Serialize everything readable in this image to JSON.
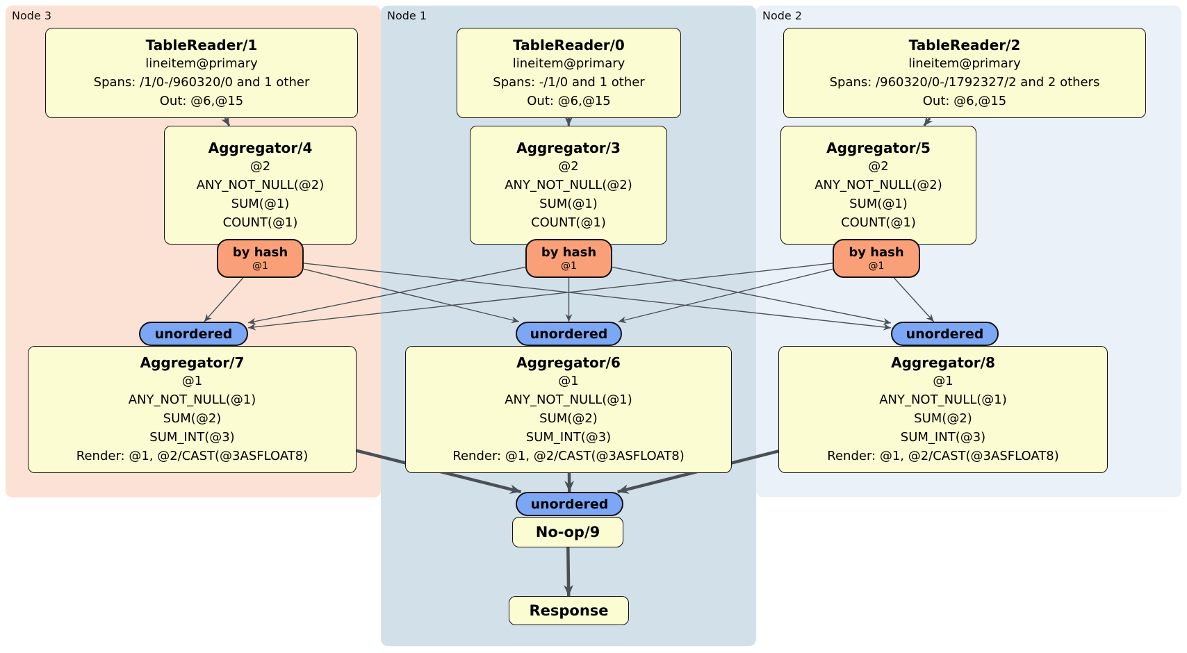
{
  "regions": {
    "node3": {
      "label": "Node 3"
    },
    "node1": {
      "label": "Node 1"
    },
    "node2": {
      "label": "Node 2"
    }
  },
  "processors": {
    "tablereader1": {
      "title": "TableReader/1",
      "details": [
        "lineitem@primary",
        "Spans: /1/0-/960320/0 and 1 other",
        "Out: @6,@15"
      ]
    },
    "tablereader0": {
      "title": "TableReader/0",
      "details": [
        "lineitem@primary",
        "Spans: -/1/0 and 1 other",
        "Out: @6,@15"
      ]
    },
    "tablereader2": {
      "title": "TableReader/2",
      "details": [
        "lineitem@primary",
        "Spans: /960320/0-/1792327/2 and 2 others",
        "Out: @6,@15"
      ]
    },
    "aggregator4": {
      "title": "Aggregator/4",
      "details": [
        "@2",
        "ANY_NOT_NULL(@2)",
        "SUM(@1)",
        "COUNT(@1)"
      ]
    },
    "aggregator3": {
      "title": "Aggregator/3",
      "details": [
        "@2",
        "ANY_NOT_NULL(@2)",
        "SUM(@1)",
        "COUNT(@1)"
      ]
    },
    "aggregator5": {
      "title": "Aggregator/5",
      "details": [
        "@2",
        "ANY_NOT_NULL(@2)",
        "SUM(@1)",
        "COUNT(@1)"
      ]
    },
    "aggregator7": {
      "title": "Aggregator/7",
      "details": [
        "@1",
        "ANY_NOT_NULL(@1)",
        "SUM(@2)",
        "SUM_INT(@3)",
        "Render: @1, @2/CAST(@3ASFLOAT8)"
      ]
    },
    "aggregator6": {
      "title": "Aggregator/6",
      "details": [
        "@1",
        "ANY_NOT_NULL(@1)",
        "SUM(@2)",
        "SUM_INT(@3)",
        "Render: @1, @2/CAST(@3ASFLOAT8)"
      ]
    },
    "aggregator8": {
      "title": "Aggregator/8",
      "details": [
        "@1",
        "ANY_NOT_NULL(@1)",
        "SUM(@2)",
        "SUM_INT(@3)",
        "Render: @1, @2/CAST(@3ASFLOAT8)"
      ]
    },
    "noop9": {
      "title": "No-op/9"
    },
    "response": {
      "title": "Response"
    }
  },
  "routers": {
    "by_hash_label": "by hash",
    "by_hash_key": "@1"
  },
  "syncs": {
    "unordered_label": "unordered"
  },
  "edges": [
    {
      "from": "tablereader1",
      "to": "aggregator4",
      "kind": "flow"
    },
    {
      "from": "tablereader0",
      "to": "aggregator3",
      "kind": "flow"
    },
    {
      "from": "tablereader2",
      "to": "aggregator5",
      "kind": "flow"
    },
    {
      "from": "router4",
      "to": "sync7",
      "kind": "stream"
    },
    {
      "from": "router4",
      "to": "sync6",
      "kind": "stream"
    },
    {
      "from": "router4",
      "to": "sync8",
      "kind": "stream"
    },
    {
      "from": "router3",
      "to": "sync7",
      "kind": "stream"
    },
    {
      "from": "router3",
      "to": "sync6",
      "kind": "stream"
    },
    {
      "from": "router3",
      "to": "sync8",
      "kind": "stream"
    },
    {
      "from": "router5",
      "to": "sync7",
      "kind": "stream"
    },
    {
      "from": "router5",
      "to": "sync6",
      "kind": "stream"
    },
    {
      "from": "router5",
      "to": "sync8",
      "kind": "stream"
    },
    {
      "from": "aggregator7",
      "to": "sync9",
      "kind": "merge"
    },
    {
      "from": "aggregator6",
      "to": "sync9",
      "kind": "merge"
    },
    {
      "from": "aggregator8",
      "to": "sync9",
      "kind": "merge"
    },
    {
      "from": "noop9",
      "to": "response",
      "kind": "merge"
    }
  ],
  "colors": {
    "node3_bg": "#fbe2d5",
    "node1_bg": "#d2e0ea",
    "node2_bg": "#ebf1f9",
    "processor_fill": "#fcfcd2",
    "router_fill": "#f9a078",
    "sync_fill": "#7ba7f5",
    "edge": "#4a5054"
  }
}
